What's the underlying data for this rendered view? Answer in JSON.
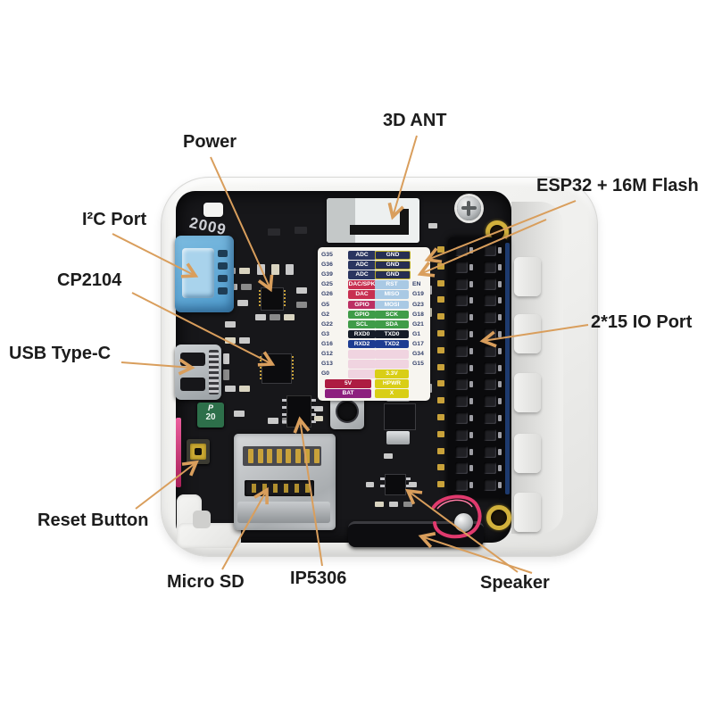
{
  "callouts": {
    "power": "Power",
    "ant": "3D ANT",
    "esp32": "ESP32 + 16M Flash",
    "i2c": "I²C Port",
    "cp2104": "CP2104",
    "usb": "USB Type-C",
    "io_port": "2*15 IO Port",
    "reset": "Reset Button",
    "micro_sd": "Micro SD",
    "ip5306": "IP5306",
    "speaker": "Speaker"
  },
  "board": {
    "silkscreen": "2009",
    "fuse_top": "P",
    "fuse_bottom": "20"
  },
  "colors": {
    "arrow": "#D99E5C",
    "label_text": "#1c1c1c",
    "pcb": "#17171a",
    "case_shell": "#f1f1ef",
    "grove_blue": "#63a9d4",
    "wire_red": "#e03a6e",
    "sticker_bg": "#f7f5f0"
  },
  "pin_map": {
    "cell_colors": {
      "adc": "#2a3560",
      "gnd": "#262e52",
      "dac": "#c82f50",
      "gpio_pink": "#bc2f63",
      "blue": "#a9c9e4",
      "green": "#3f9c48",
      "black": "#161c28",
      "navy": "#1d3d92",
      "yellow": "#d9ce16",
      "crimson": "#ad1c42",
      "purple": "#8d1f7e",
      "faint": "#f0d4e0"
    },
    "rows": [
      {
        "l": "G35",
        "m": "ADC",
        "mc": "adc",
        "r": "GND",
        "rc": "gnd",
        "f": ""
      },
      {
        "l": "G36",
        "m": "ADC",
        "mc": "adc",
        "r": "GND",
        "rc": "gnd",
        "f": ""
      },
      {
        "l": "G39",
        "m": "ADC",
        "mc": "adc",
        "r": "GND",
        "rc": "gnd",
        "f": ""
      },
      {
        "l": "G25",
        "m": "DAC/SPK",
        "mc": "dac",
        "r": "RST",
        "rc": "blue",
        "f": "EN"
      },
      {
        "l": "G26",
        "m": "DAC",
        "mc": "dac",
        "r": "MISO",
        "rc": "blue",
        "f": "G19"
      },
      {
        "l": "G5",
        "m": "GPIO",
        "mc": "gpio_pink",
        "r": "MOSI",
        "rc": "blue",
        "f": "G23"
      },
      {
        "l": "G2",
        "m": "GPIO",
        "mc": "green",
        "r": "SCK",
        "rc": "green",
        "f": "G18"
      },
      {
        "l": "G22",
        "m": "SCL",
        "mc": "green",
        "r": "SDA",
        "rc": "green",
        "f": "G21"
      },
      {
        "l": "G3",
        "m": "RXD0",
        "mc": "black",
        "r": "TXD0",
        "rc": "black",
        "f": "G1"
      },
      {
        "l": "G16",
        "m": "RXD2",
        "mc": "navy",
        "r": "TXD2",
        "rc": "navy",
        "f": "G17"
      },
      {
        "l": "G12",
        "m": "",
        "mc": "faint",
        "r": "",
        "rc": "faint",
        "f": "G34"
      },
      {
        "l": "G13",
        "m": "",
        "mc": "faint",
        "r": "",
        "rc": "faint",
        "f": "G15"
      },
      {
        "l": "G0",
        "m": "",
        "mc": "faint",
        "r": "3.3V",
        "rc": "yellow",
        "f": ""
      },
      {
        "l": "",
        "m": "5V",
        "mc": "crimson",
        "r": "HPWR",
        "rc": "yellow",
        "f": "",
        "wide": true
      },
      {
        "l": "",
        "m": "BAT",
        "mc": "purple",
        "r": "X",
        "rc": "yellow",
        "f": "",
        "wide": true
      }
    ]
  }
}
